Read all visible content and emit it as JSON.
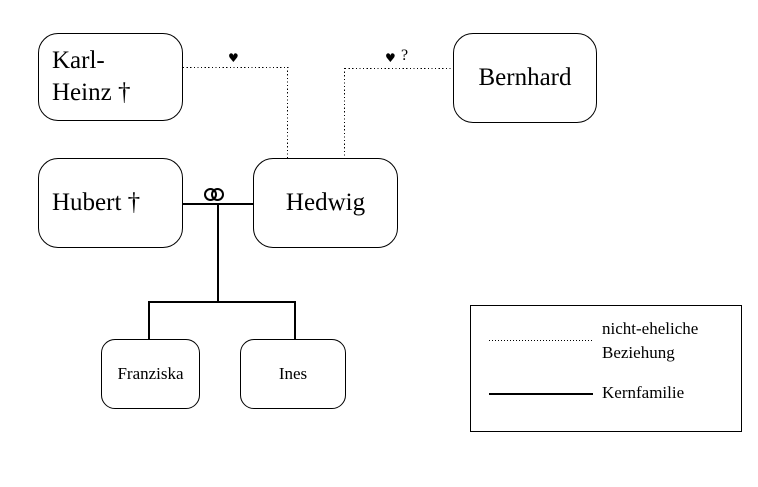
{
  "colors": {
    "background": "#ffffff",
    "line": "#000000",
    "text": "#000000"
  },
  "nodes": {
    "karl_heinz": {
      "line1": "Karl-",
      "line2": "Heinz †"
    },
    "bernhard": {
      "label": "Bernhard"
    },
    "hubert": {
      "label": "Hubert †"
    },
    "hedwig": {
      "label": "Hedwig"
    },
    "franziska": {
      "label": "Franziska"
    },
    "ines": {
      "label": "Ines"
    }
  },
  "relations": {
    "karl_heinz_hedwig": {
      "heart": "♥"
    },
    "bernhard_hedwig": {
      "heart": "♥",
      "question": "?"
    }
  },
  "legend": {
    "dotted": {
      "line1": "nicht-eheliche",
      "line2": "Beziehung"
    },
    "solid": {
      "label": "Kernfamilie"
    }
  }
}
